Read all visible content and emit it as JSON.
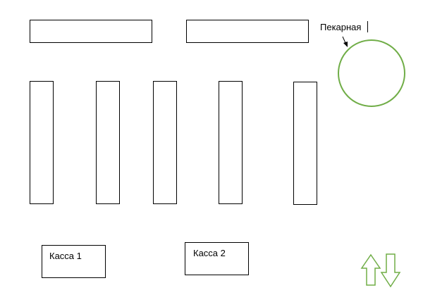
{
  "labels": {
    "bakery": "Пекарная",
    "checkout_1": "Касса 1",
    "checkout_2": "Касса 2"
  },
  "colors": {
    "outline": "#000000",
    "bakery_circle": "#70ad47",
    "arrows": "#70ad47",
    "background": "#ffffff"
  },
  "icons": {
    "entrance_exit": "up-down-arrows-icon"
  }
}
